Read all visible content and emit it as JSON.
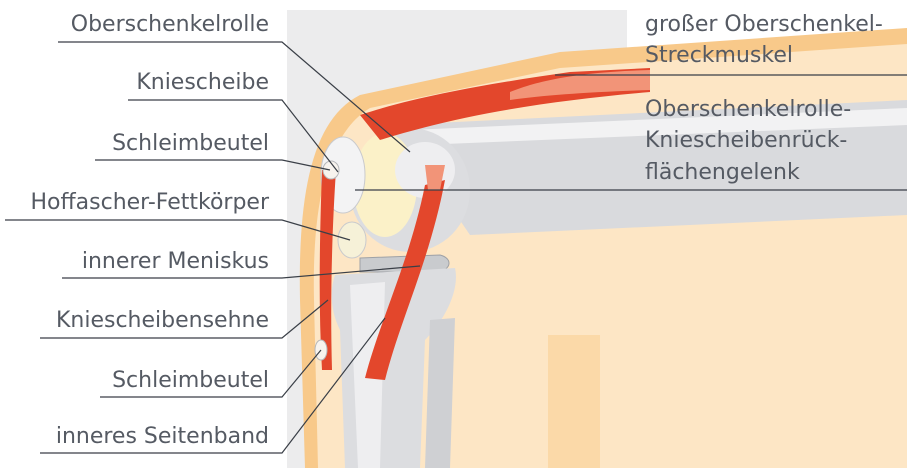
{
  "diagram": {
    "left_labels": [
      {
        "id": "oberschenkelrolle",
        "text": "Oberschenkelrolle"
      },
      {
        "id": "kniescheibe",
        "text": "Kniescheibe"
      },
      {
        "id": "schleimbeutel-oben",
        "text": "Schleimbeutel"
      },
      {
        "id": "hoffa",
        "text": "Hoffascher-Fettkörper"
      },
      {
        "id": "meniskus",
        "text": "innerer Meniskus"
      },
      {
        "id": "kniescheibensehne",
        "text": "Kniescheibensehne"
      },
      {
        "id": "schleimbeutel-unten",
        "text": "Schleimbeutel"
      },
      {
        "id": "seitenband",
        "text": "inneres Seitenband"
      }
    ],
    "right_labels": [
      {
        "id": "streckmuskel",
        "lines": [
          "großer Oberschenkel-",
          "Streckmuskel"
        ]
      },
      {
        "id": "gelenk",
        "lines": [
          "Oberschenkelrolle-",
          "Kniescheibenrück-",
          "flächengelenk"
        ]
      }
    ],
    "colors": {
      "text": "#555a63",
      "leader": "#3a3f47",
      "background_panel": "#ececed",
      "skin": "#f8c98a",
      "fat": "#fde6c5",
      "bone": "#e3e4e6",
      "cartilage": "#fbf1c8",
      "muscle": "#e3472c"
    }
  }
}
